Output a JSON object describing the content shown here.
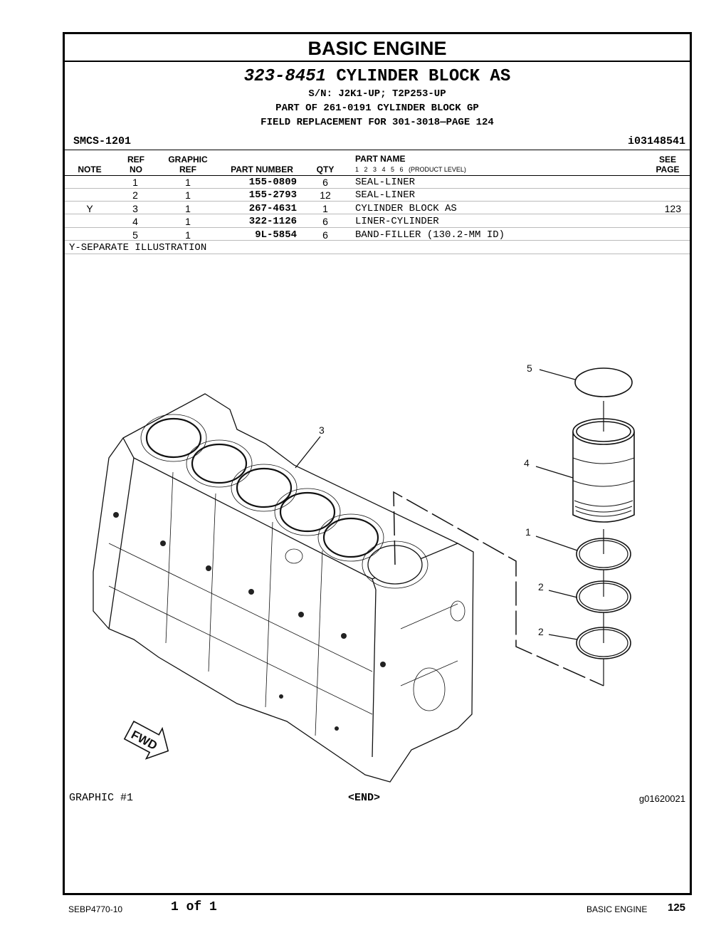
{
  "header": {
    "title": "BASIC ENGINE",
    "part_no": "323-8451",
    "part_name": "CYLINDER BLOCK AS",
    "serial": "S/N: J2K1-UP; T2P253-UP",
    "part_of": "PART OF 261-0191 CYLINDER BLOCK GP",
    "field_replacement": "FIELD REPLACEMENT FOR 301-3018—PAGE 124",
    "smcs": "SMCS-1201",
    "doc_id": "i03148541"
  },
  "columns": {
    "note": "NOTE",
    "ref_top": "REF",
    "ref_bottom": "NO",
    "graphic_top": "GRAPHIC",
    "graphic_bottom": "REF",
    "part_number": "PART NUMBER",
    "qty": "QTY",
    "part_name": "PART NAME",
    "levels": "1   2   3   4   5   6   (PRODUCT LEVEL)",
    "see_top": "SEE",
    "see_bottom": "PAGE"
  },
  "rows": [
    {
      "note": "",
      "ref": "1",
      "gref": "1",
      "part": "155-0809",
      "qty": "6",
      "name": "SEAL-LINER",
      "see": ""
    },
    {
      "note": "",
      "ref": "2",
      "gref": "1",
      "part": "155-2793",
      "qty": "12",
      "name": "SEAL-LINER",
      "see": ""
    },
    {
      "note": "Y",
      "ref": "3",
      "gref": "1",
      "part": "267-4631",
      "qty": "1",
      "name": "CYLINDER BLOCK AS",
      "see": "123"
    },
    {
      "note": "",
      "ref": "4",
      "gref": "1",
      "part": "322-1126",
      "qty": "6",
      "name": "LINER-CYLINDER",
      "see": ""
    },
    {
      "note": "",
      "ref": "5",
      "gref": "1",
      "part": "9L-5854",
      "qty": "6",
      "name": "BAND-FILLER (130.2-MM ID)",
      "see": ""
    }
  ],
  "note_text": "Y-SEPARATE ILLUSTRATION",
  "illustration": {
    "callouts": [
      "5",
      "3",
      "4",
      "1",
      "2",
      "2"
    ],
    "fwd_label": "FWD"
  },
  "graphic_label": "GRAPHIC #1",
  "end_label": "<END>",
  "graphic_id": "g01620021",
  "footer": {
    "doc_number": "SEBP4770-10",
    "page_of": "1 of 1",
    "section": "BASIC ENGINE",
    "page": "125"
  }
}
